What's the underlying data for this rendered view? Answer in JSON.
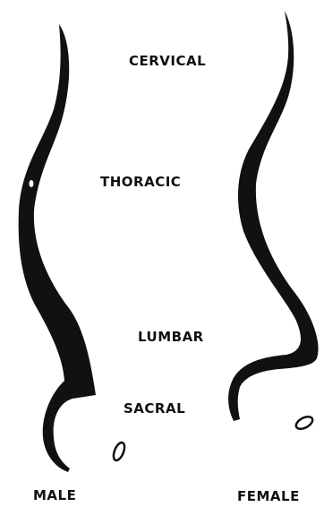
{
  "figure": {
    "regions": {
      "cervical": "CERVICAL",
      "thoracic": "THORACIC",
      "lumbar": "LUMBAR",
      "sacral": "SACRAL"
    },
    "captions": {
      "male": "MALE",
      "female": "FEMALE"
    },
    "colors": {
      "ink": "#111111",
      "background": "#ffffff"
    }
  }
}
